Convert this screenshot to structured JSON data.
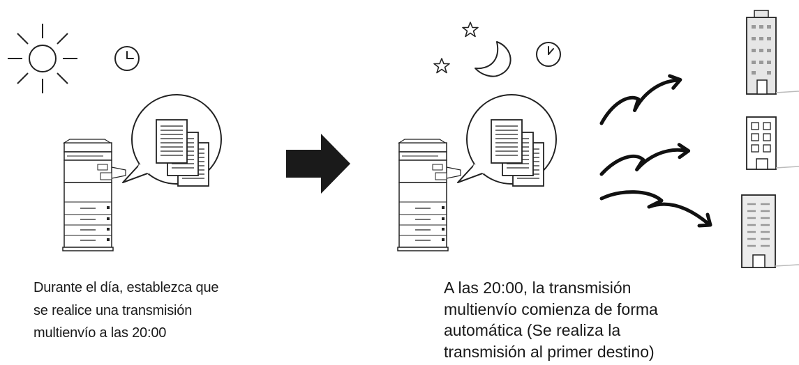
{
  "captions": {
    "before": [
      "Durante el día, establezca que",
      "se realice una transmisión",
      "multienvío a las 20:00"
    ],
    "after": [
      "A las 20:00, la transmisión",
      "multienvío comienza de forma",
      "automática (Se realiza la",
      "transmisión al primer destino)"
    ]
  },
  "icons": {
    "day": "sun-icon",
    "night": [
      "moon-icon",
      "star-icon"
    ],
    "time": "clock-icon",
    "device": "multifunction-printer-icon",
    "documents": "document-stack-icon",
    "transition": "right-arrow-icon",
    "transmission": "transmission-arrow-icon",
    "destinations": "office-building-icon"
  }
}
